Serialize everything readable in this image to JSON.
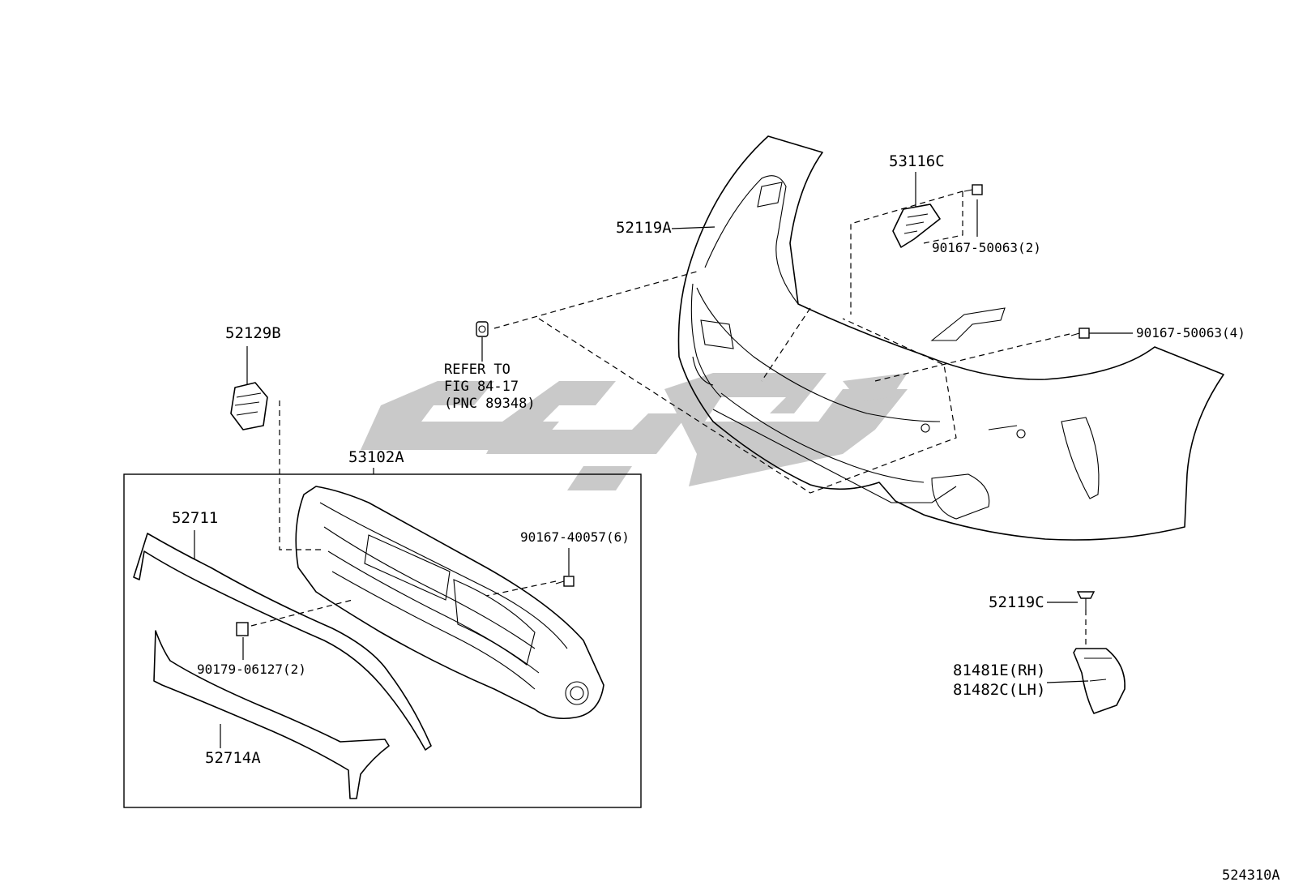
{
  "diagram": {
    "id": "524310A",
    "watermark_color": "#c9c9c9",
    "line_color": "#000000"
  },
  "labels": {
    "p52119A": "52119A",
    "p53116C": "53116C",
    "p90167_50063_2": "90167-50063(2)",
    "p90167_50063_4": "90167-50063(4)",
    "p52129B": "52129B",
    "refer": "REFER TO\nFIG 84-17\n(PNC 89348)",
    "p53102A": "53102A",
    "p52711": "52711",
    "p90167_40057_6": "90167-40057(6)",
    "p90179_06127_2": "90179-06127(2)",
    "p52714A": "52714A",
    "p52119C": "52119C",
    "p81481E": "81481E(RH)",
    "p81482C": "81482C(LH)"
  }
}
